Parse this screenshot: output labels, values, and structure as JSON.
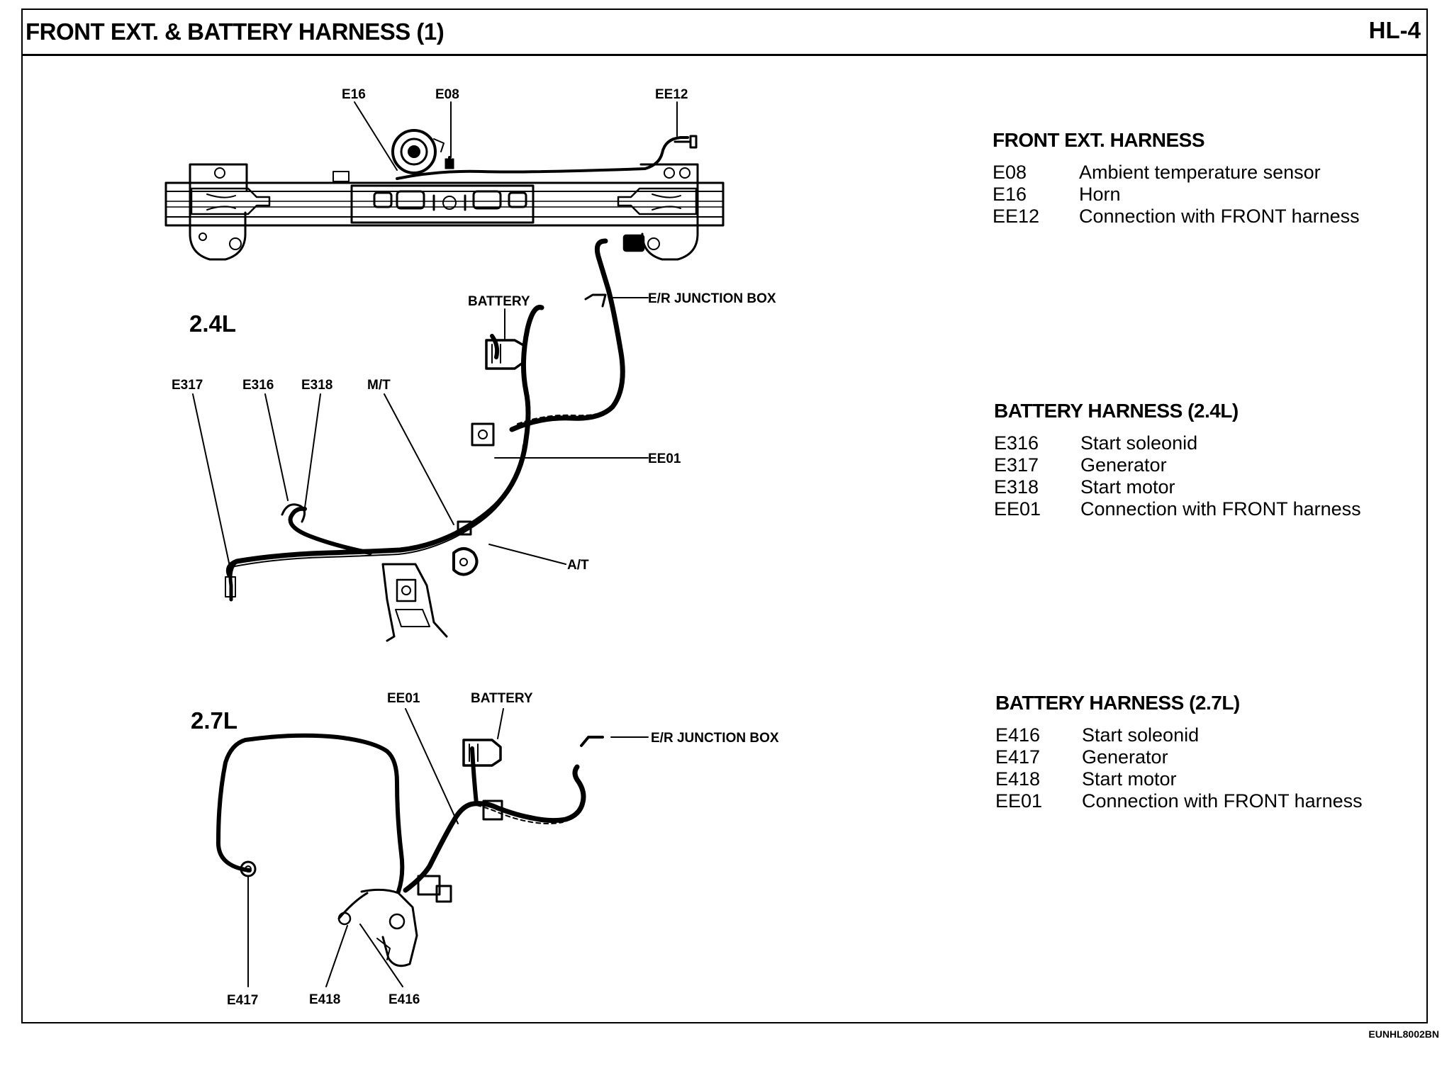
{
  "header": {
    "title": "FRONT EXT. & BATTERY HARNESS (1)",
    "page": "HL-4"
  },
  "front_ext": {
    "callouts": {
      "e16": "E16",
      "e08": "E08",
      "ee12": "EE12"
    }
  },
  "battery_24": {
    "engine_label": "2.4L",
    "callouts": {
      "battery": "BATTERY",
      "junction_box": "E/R JUNCTION BOX",
      "e317": "E317",
      "e316": "E316",
      "e318": "E318",
      "mt": "M/T",
      "ee01": "EE01",
      "at": "A/T"
    }
  },
  "battery_27": {
    "engine_label": "2.7L",
    "callouts": {
      "ee01": "EE01",
      "battery": "BATTERY",
      "junction_box": "E/R JUNCTION BOX",
      "e417": "E417",
      "e418": "E418",
      "e416": "E416"
    }
  },
  "legends": [
    {
      "heading": "FRONT EXT. HARNESS",
      "items": [
        {
          "code": "E08",
          "desc": "Ambient temperature sensor"
        },
        {
          "code": "E16",
          "desc": "Horn"
        },
        {
          "code": "EE12",
          "desc": "Connection with FRONT harness"
        }
      ]
    },
    {
      "heading": "BATTERY HARNESS (2.4L)",
      "items": [
        {
          "code": "E316",
          "desc": "Start soleonid"
        },
        {
          "code": "E317",
          "desc": "Generator"
        },
        {
          "code": "E318",
          "desc": "Start motor"
        },
        {
          "code": "EE01",
          "desc": "Connection with FRONT harness"
        }
      ]
    },
    {
      "heading": "BATTERY HARNESS (2.7L)",
      "items": [
        {
          "code": "E416",
          "desc": "Start soleonid"
        },
        {
          "code": "E417",
          "desc": "Generator"
        },
        {
          "code": "E418",
          "desc": "Start motor"
        },
        {
          "code": "EE01",
          "desc": "Connection with FRONT harness"
        }
      ]
    }
  ],
  "footer": {
    "code": "EUNHL8002BN"
  }
}
